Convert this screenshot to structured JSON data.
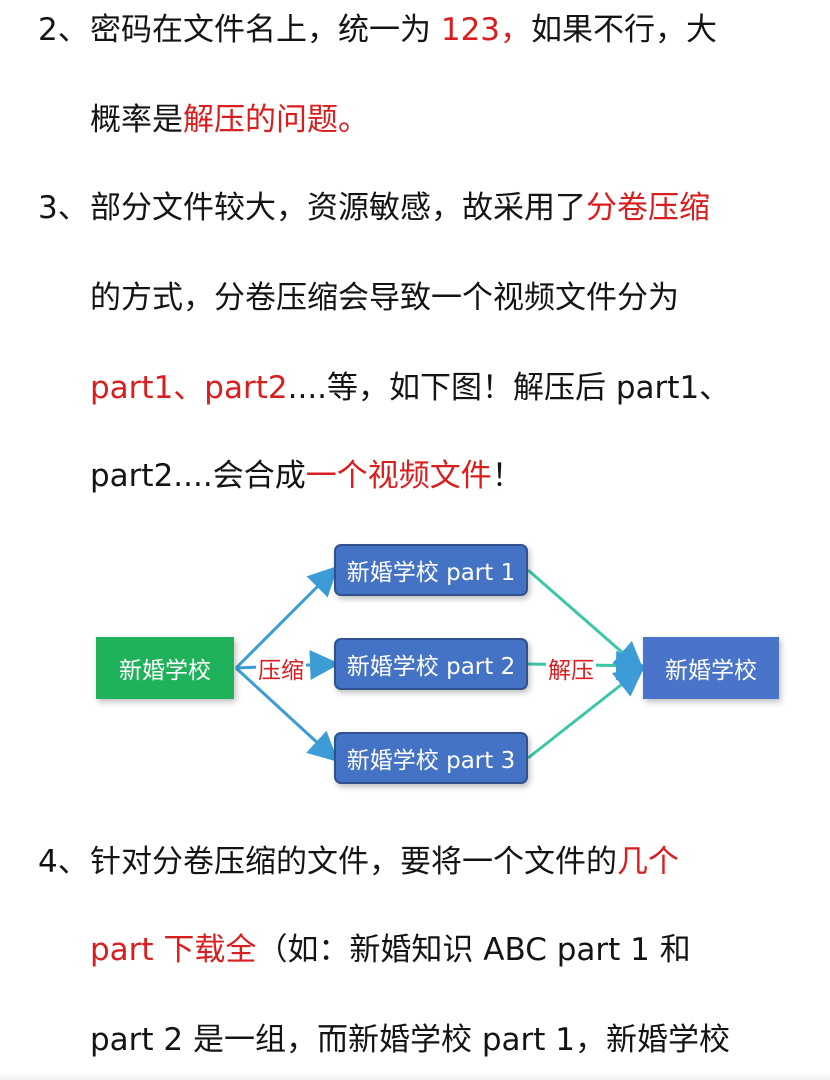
{
  "items": {
    "item2": {
      "number": "2、",
      "line1_a": "密码在文件名上，统一为 ",
      "line1_b": "123，",
      "line1_c": "如果不行，大",
      "line2_a": "概率是",
      "line2_b": "解压的问题。"
    },
    "item3": {
      "number": "3、",
      "line1_a": "部分文件较大，资源敏感，故采用了",
      "line1_b": "分卷压缩",
      "line2": "的方式，分卷压缩会导致一个视频文件分为",
      "line3_a": "part1、part2",
      "line3_b": "....等，如下图！解压后 part1、",
      "line4_a": "part2....会合成",
      "line4_b": "一个视频文件",
      "line4_c": "！"
    },
    "item4": {
      "number": "4、",
      "line1_a": "针对分卷压缩的文件，要将一个文件的",
      "line1_b": "几个",
      "line2_a": "part 下载全",
      "line2_b": "（如：新婚知识 ABC  part  1  和",
      "line3": "part  2 是一组，而新婚学校 part  1，新婚学校"
    }
  },
  "diagram": {
    "source": "新婚学校",
    "parts": [
      "新婚学校 part 1",
      "新婚学校 part 2",
      "新婚学校 part 3"
    ],
    "target": "新婚学校",
    "compress_label": "压缩",
    "extract_label": "解压",
    "colors": {
      "source_box": "#1fb25a",
      "part_box": "#4472c4",
      "target_box": "#4a74c9",
      "arrow_left": "#3d9bd6",
      "arrow_right": "#3cc6a8",
      "emphasis_red": "#d81e1e"
    }
  }
}
